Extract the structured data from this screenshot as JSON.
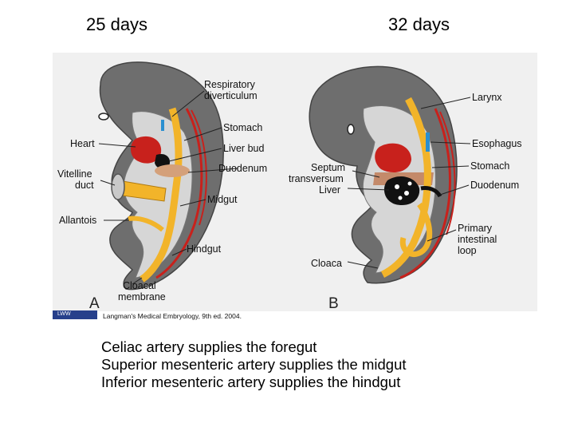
{
  "headings": {
    "left": "25 days",
    "right": "32 days"
  },
  "figure": {
    "panel_a": "A",
    "panel_b": "B",
    "labels_a": {
      "respiratory_1": "Respiratory",
      "respiratory_2": "diverticulum",
      "stomach": "Stomach",
      "heart": "Heart",
      "liver_bud": "Liver bud",
      "vitelline_1": "Vitelline",
      "vitelline_2": "duct",
      "duodenum": "Duodenum",
      "midgut": "Midgut",
      "allantois": "Allantois",
      "hindgut": "Hindgut",
      "cloacal_1": "Cloacal",
      "cloacal_2": "membrane"
    },
    "labels_b": {
      "larynx": "Larynx",
      "esophagus": "Esophagus",
      "septum_1": "Septum",
      "septum_2": "transversum",
      "stomach": "Stomach",
      "liver": "Liver",
      "duodenum": "Duodenum",
      "primary_1": "Primary",
      "primary_2": "intestinal",
      "primary_3": "loop",
      "cloaca": "Cloaca"
    },
    "credit": "Langman's Medical Embryology, 9th ed. 2004.",
    "logo_text": "LWW"
  },
  "notes": [
    "Celiac artery supplies the foregut",
    "Superior mesenteric artery supplies the midgut",
    "Inferior mesenteric artery supplies the hindgut"
  ]
}
